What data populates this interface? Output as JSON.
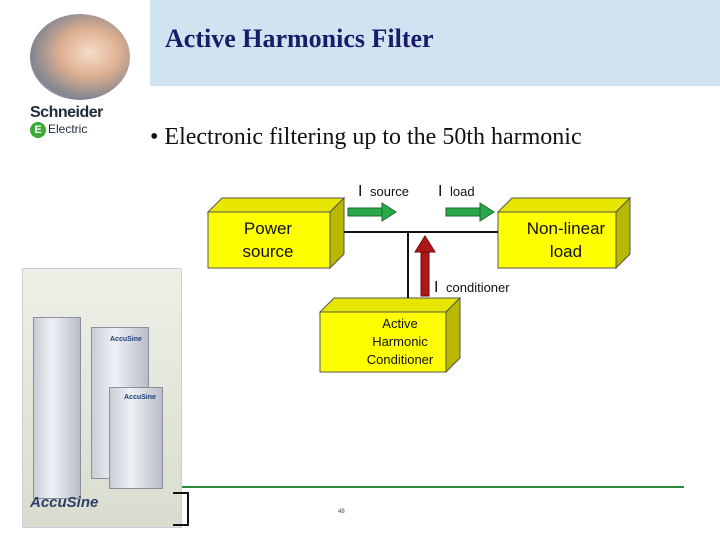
{
  "header": {
    "title": "Active Harmonics Filter"
  },
  "brand": {
    "name": "Schneider",
    "sub": "Electric"
  },
  "content": {
    "bullet": "• Electronic filtering up to the 50th harmonic"
  },
  "diagram": {
    "power_source_line1": "Power",
    "power_source_line2": "source",
    "load_line1": "Non-linear",
    "load_line2": "load",
    "conditioner_line1": "Active",
    "conditioner_line2": "Harmonic",
    "conditioner_line3": "Conditioner",
    "i_source_sym": "I",
    "i_source_sub": "source",
    "i_load_sym": "I",
    "i_load_sub": "load",
    "i_cond_sym": "I",
    "i_cond_sub": "conditioner",
    "colors": {
      "box_fill": "#ffff00",
      "box_side": "#b8b800",
      "arrow_green": "#2aa84a",
      "arrow_red": "#b01818",
      "wire": "#111111"
    }
  },
  "product": {
    "logo": "AccuSine",
    "cabinet_label": "AccuSine"
  },
  "footer": {
    "page": "48"
  }
}
